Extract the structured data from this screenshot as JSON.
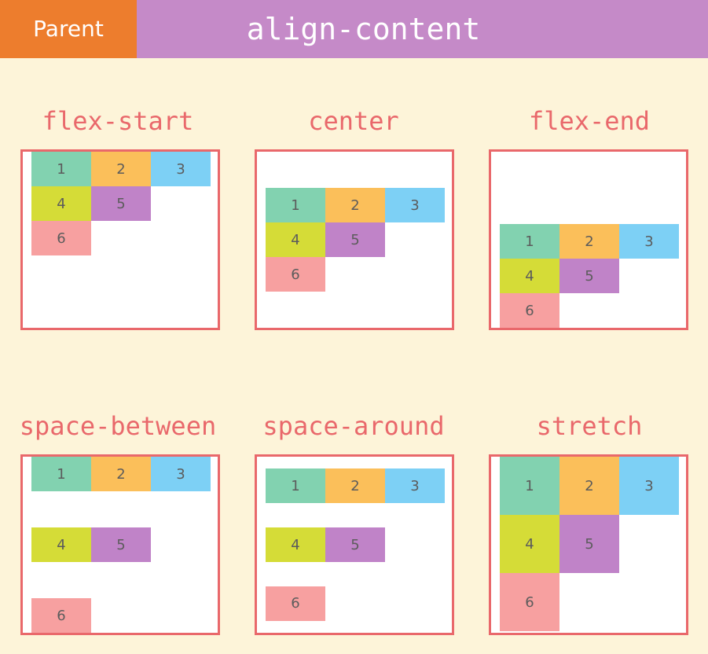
{
  "header": {
    "badge": "Parent",
    "title": "align-content"
  },
  "colors": {
    "background": "#fdf4d9",
    "header_bar": "#c58ac8",
    "badge": "#ed7d2d",
    "accent": "#e9686b",
    "item_1": "#82d2b0",
    "item_2": "#fbbf5a",
    "item_3": "#7dd0f5",
    "item_4": "#d5dc37",
    "item_5": "#c083c8",
    "item_6": "#f7a0a0"
  },
  "items": [
    {
      "label": "1",
      "color_key": "item_1"
    },
    {
      "label": "2",
      "color_key": "item_2"
    },
    {
      "label": "3",
      "color_key": "item_3"
    },
    {
      "label": "4",
      "color_key": "item_4"
    },
    {
      "label": "5",
      "color_key": "item_5"
    },
    {
      "label": "6",
      "color_key": "item_6"
    }
  ],
  "examples": [
    {
      "label": "flex-start",
      "mode": "flex-start"
    },
    {
      "label": "center",
      "mode": "center"
    },
    {
      "label": "flex-end",
      "mode": "flex-end"
    },
    {
      "label": "space-between",
      "mode": "space-between"
    },
    {
      "label": "space-around",
      "mode": "space-around"
    },
    {
      "label": "stretch",
      "mode": "stretch"
    }
  ]
}
